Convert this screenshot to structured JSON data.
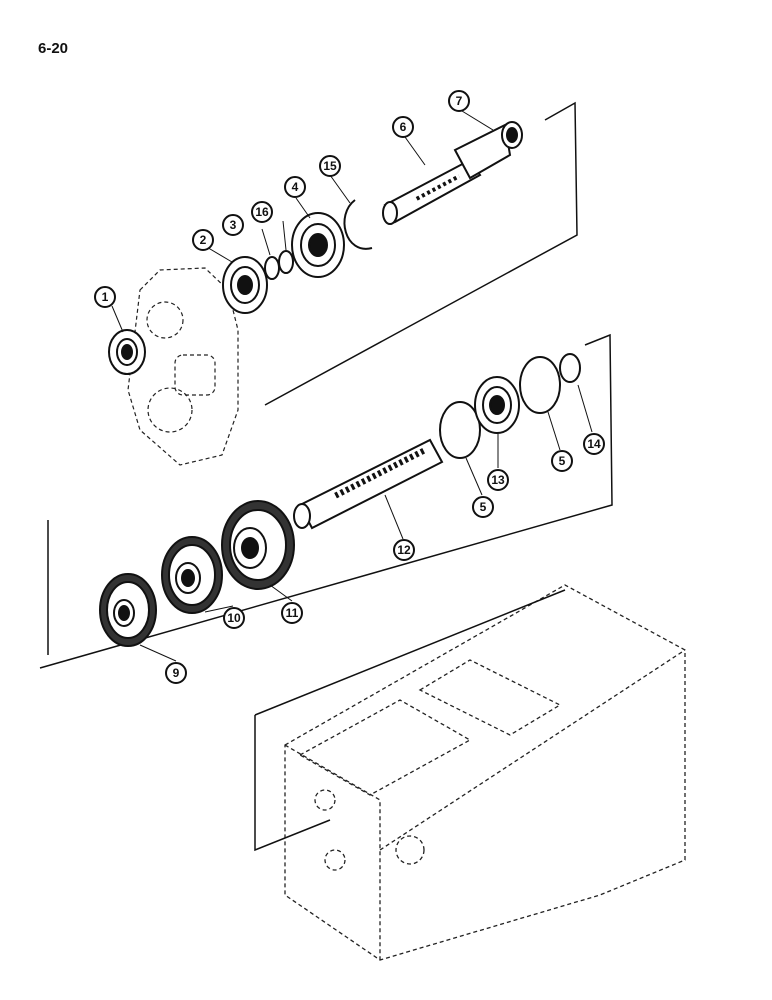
{
  "page_number": "6-20",
  "callouts": [
    "1",
    "2",
    "3",
    "16",
    "4",
    "15",
    "6",
    "7",
    "5",
    "5",
    "13",
    "14",
    "12",
    "11",
    "10",
    "9"
  ],
  "icons": {
    "housing_top": "gearbox-housing-outline",
    "housing_bottom": "transmission-case-outline"
  },
  "colors": {
    "ink": "#111111",
    "paper": "#ffffff"
  }
}
